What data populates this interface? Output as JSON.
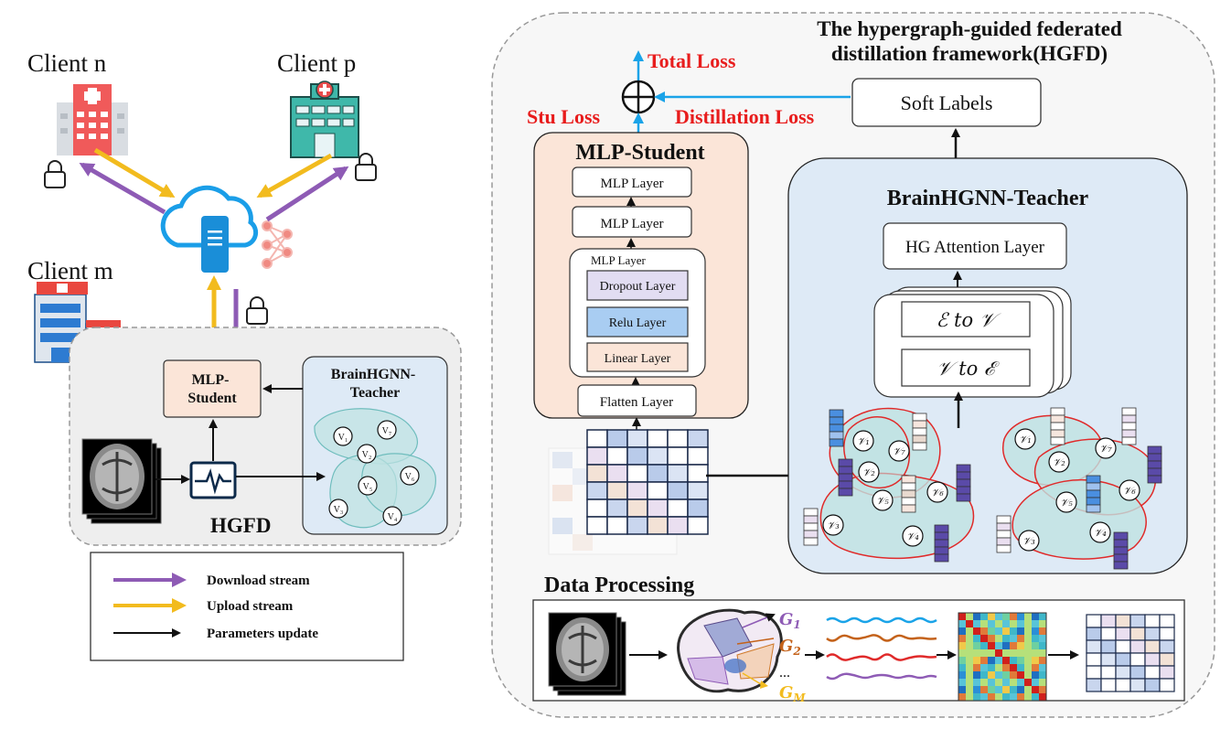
{
  "clients": {
    "n": "Client n",
    "p": "Client p",
    "m": "Client m"
  },
  "hgfd_box": {
    "label": "HGFD",
    "student": "MLP-\nStudent",
    "teacher": "BrainHGNN-\nTeacher",
    "nodes": [
      "V1",
      "V2",
      "V3",
      "V4",
      "V5",
      "V6",
      "V7"
    ]
  },
  "legend": {
    "download": "Download stream",
    "upload": "Upload stream",
    "params": "Parameters update"
  },
  "framework": {
    "title_line1": "The hypergraph-guided federated",
    "title_line2": "distillation framework(HGFD)",
    "total_loss": "Total Loss",
    "stu_loss": "Stu Loss",
    "distillation_loss": "Distillation Loss",
    "soft_labels": "Soft Labels"
  },
  "student": {
    "title": "MLP-Student",
    "layer_top": "MLP Layer",
    "layer_mid": "MLP Layer",
    "layer_group": "MLP Layer",
    "dropout": "Dropout Layer",
    "relu": "Relu Layer",
    "linear": "Linear Layer",
    "flatten": "Flatten Layer"
  },
  "teacher": {
    "title": "BrainHGNN-Teacher",
    "attention": "HG Attention Layer",
    "e_to_v": "ℰ to 𝒱",
    "v_to_e": "𝒱 to ℰ"
  },
  "data_processing": {
    "title": "Data Processing",
    "g1": "G",
    "g1_sub": "1",
    "g2": "G",
    "g2_sub": "2",
    "dots": "...",
    "gm": "G",
    "gm_sub": "M"
  },
  "colors": {
    "download": "#8e5bb5",
    "upload": "#f2bb1e",
    "loss_red": "#e81c1c",
    "arrow_blue": "#1aa3e8",
    "student_fill": "#fbe5d8",
    "teacher_fill": "#deeaf6",
    "hgfd_fill": "#eeeeee"
  }
}
